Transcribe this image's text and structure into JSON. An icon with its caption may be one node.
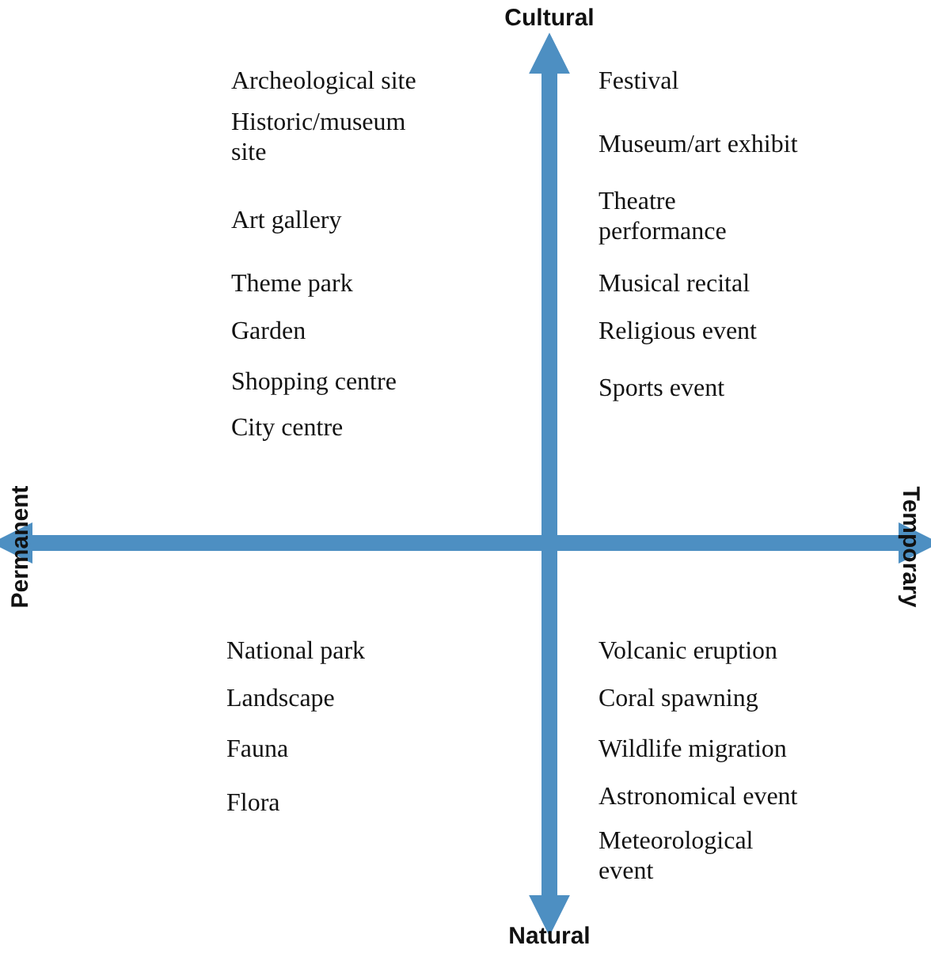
{
  "diagram": {
    "labels": [
      "Cultural",
      "Archeological site",
      "Festival",
      "Historic/museum site",
      "Museum/art exhibit",
      "Art gallery",
      "Theatre performance",
      "Theme park",
      "Musical recital",
      "Garden",
      "Religious event",
      "Shopping centre",
      "Sports event",
      "City centre",
      "Permanent",
      "Temporary",
      "National park",
      "Volcanic eruption",
      "Landscape",
      "Coral spawning",
      "Fauna",
      "Wildlife migration",
      "Flora",
      "Astronomical event",
      "Meteorological event",
      "Natural"
    ]
  }
}
